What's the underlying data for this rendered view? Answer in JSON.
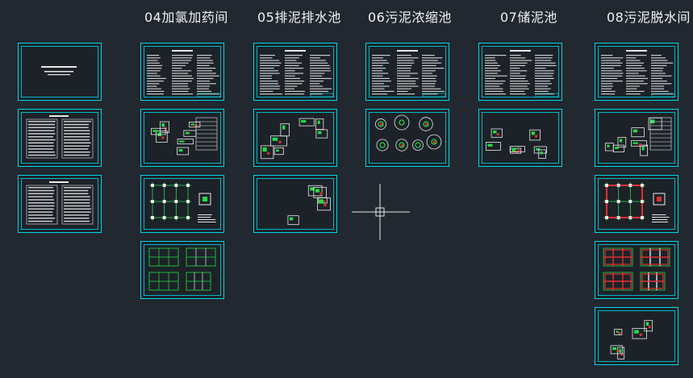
{
  "colors": {
    "background": "#212830",
    "frame": "#00d8e6",
    "text_lines": "#e8e8e8",
    "structure_red": "#e03030",
    "structure_green": "#22dd44",
    "crosshair": "#e8e8e8"
  },
  "columns": [
    {
      "id": "col-04",
      "title": "04加氯加药间",
      "sheets": [
        "text",
        "plan-detail",
        "grid-plan",
        "grid-plan-pair"
      ]
    },
    {
      "id": "col-05",
      "title": "05排泥排水池",
      "sheets": [
        "text",
        "section-detail",
        "rebar-details"
      ]
    },
    {
      "id": "col-06",
      "title": "06污泥浓缩池",
      "sheets": [
        "text",
        "circular-detail"
      ]
    },
    {
      "id": "col-07",
      "title": "07储泥池",
      "sheets": [
        "text",
        "tank-detail"
      ]
    },
    {
      "id": "col-08",
      "title": "08污泥脱水间",
      "sheets": [
        "text",
        "plan-detail",
        "red-grid-plan",
        "red-grid-plan-pair",
        "elevation-detail"
      ]
    }
  ],
  "cover_sheets": [
    "cover",
    "index-table",
    "index-table"
  ],
  "cursor": "crosshair-cursor"
}
